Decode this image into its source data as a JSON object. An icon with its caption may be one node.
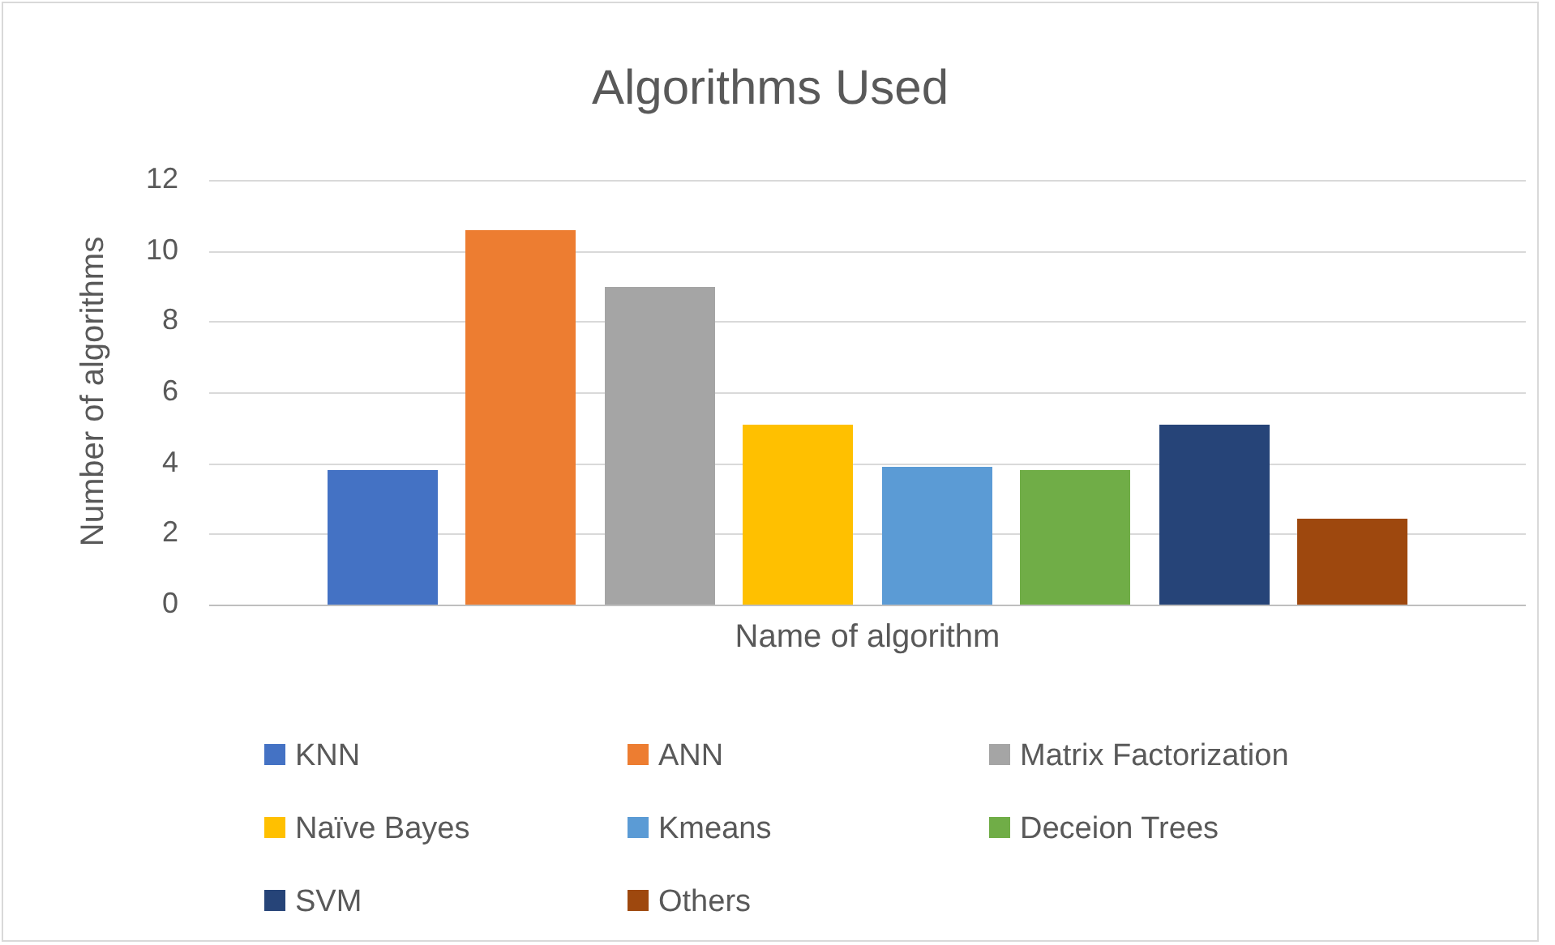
{
  "diagram": {
    "chart_data": {
      "type": "bar",
      "title": "Algorithms Used",
      "xlabel": "Name of algorithm",
      "ylabel": "Number of algorithms",
      "categories": [
        null
      ],
      "series": [
        {
          "name": "KNN",
          "color": "#4472c4",
          "values": [
            3.8
          ]
        },
        {
          "name": "ANN",
          "color": "#ed7d31",
          "values": [
            10.6
          ]
        },
        {
          "name": "Matrix Factorization",
          "color": "#a5a5a5",
          "values": [
            9.0
          ]
        },
        {
          "name": "Naïve Bayes",
          "color": "#ffc000",
          "values": [
            5.1
          ]
        },
        {
          "name": "Kmeans",
          "color": "#5b9bd5",
          "values": [
            3.9
          ]
        },
        {
          "name": "Deceion Trees",
          "color": "#70ad47",
          "values": [
            3.8
          ]
        },
        {
          "name": "SVM",
          "color": "#264478",
          "values": [
            5.1
          ]
        },
        {
          "name": "Others",
          "color": "#9e480e",
          "values": [
            2.45
          ]
        }
      ],
      "grid": true,
      "legend": "bottom",
      "ylim": [
        0,
        12
      ],
      "yticks": [
        0,
        2,
        4,
        6,
        8,
        10,
        12
      ]
    }
  }
}
